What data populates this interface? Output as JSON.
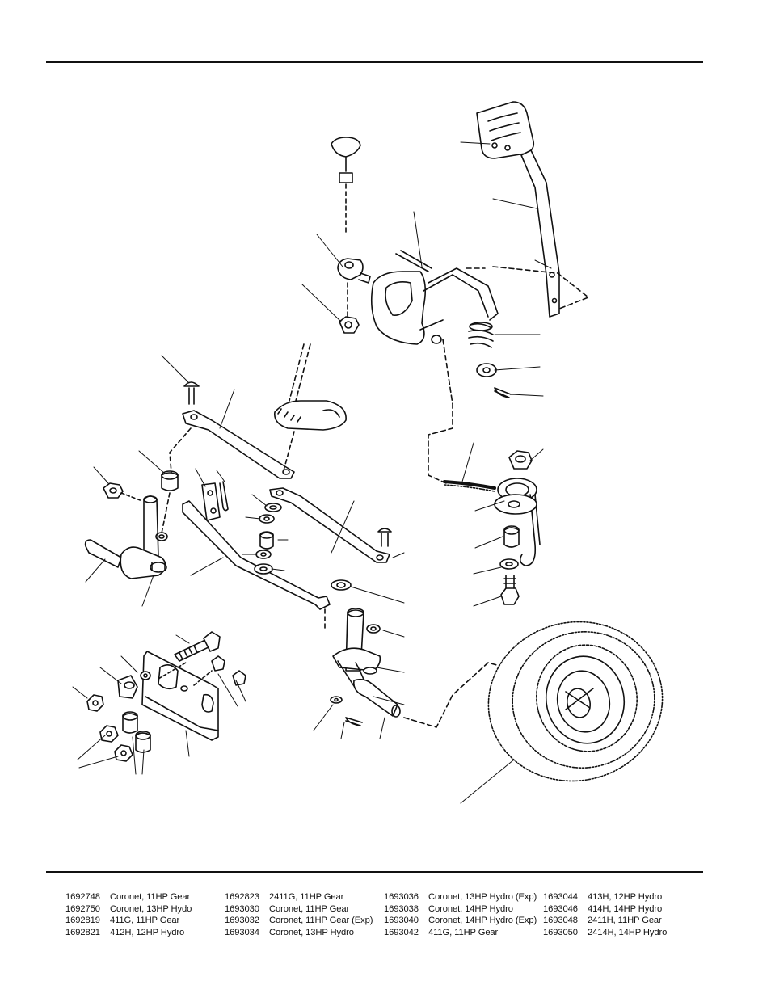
{
  "models": {
    "columns": [
      [
        {
          "number": "1692748",
          "description": "Coronet, 11HP Gear"
        },
        {
          "number": "1692750",
          "description": "Coronet, 13HP Hydo"
        },
        {
          "number": "1692819",
          "description": "411G, 11HP Gear"
        },
        {
          "number": "1692821",
          "description": "412H, 12HP Hydro"
        }
      ],
      [
        {
          "number": "1692823",
          "description": "2411G, 11HP Gear"
        },
        {
          "number": "1693030",
          "description": "Coronet, 11HP Gear"
        },
        {
          "number": "1693032",
          "description": "Coronet, 11HP Gear (Exp)"
        },
        {
          "number": "1693034",
          "description": "Coronet, 13HP Hydro"
        }
      ],
      [
        {
          "number": "1693036",
          "description": "Coronet, 13HP Hydro (Exp)"
        },
        {
          "number": "1693038",
          "description": "Coronet, 14HP Hydro"
        },
        {
          "number": "1693040",
          "description": "Coronet, 14HP Hydro (Exp)"
        },
        {
          "number": "1693042",
          "description": "411G, 11HP Gear"
        }
      ],
      [
        {
          "number": "1693044",
          "description": "413H, 12HP Hydro"
        },
        {
          "number": "1693046",
          "description": "414H, 14HP Hydro"
        },
        {
          "number": "1693048",
          "description": "2411H, 11HP Gear"
        },
        {
          "number": "1693050",
          "description": "2414H, 14HP Hydro"
        }
      ]
    ]
  }
}
